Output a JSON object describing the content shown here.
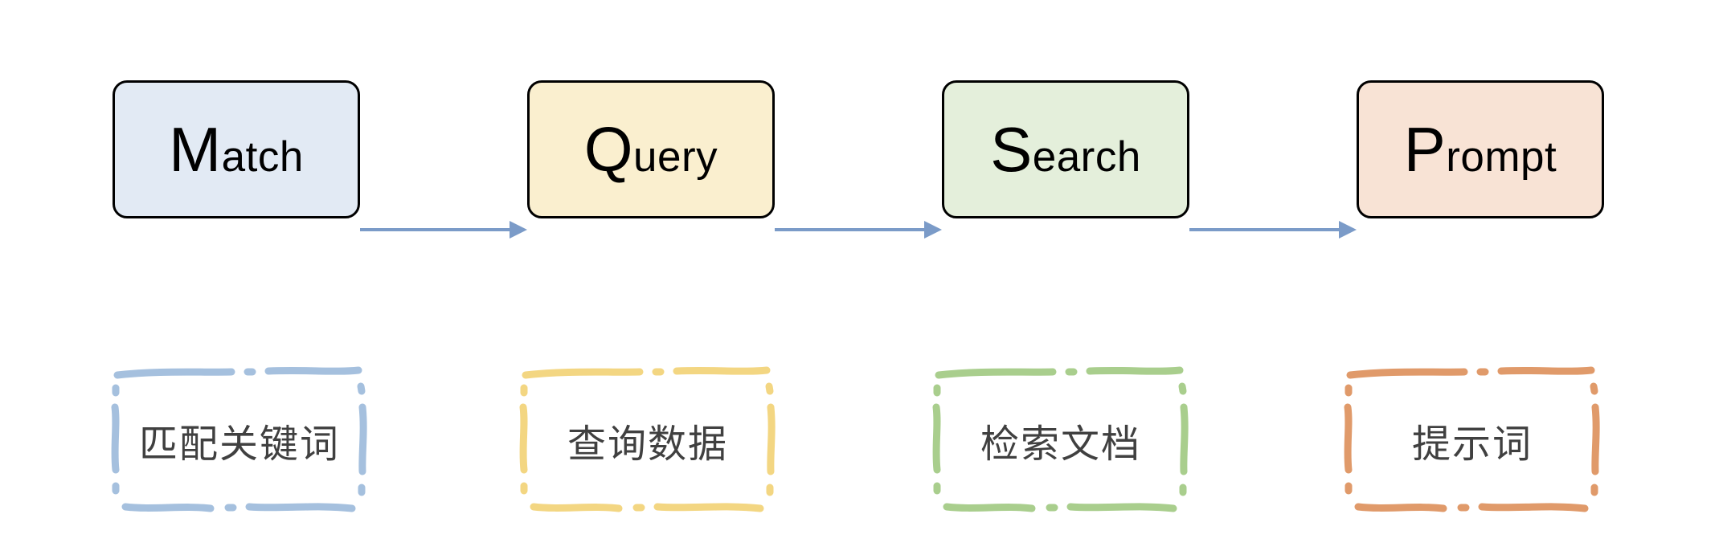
{
  "diagram": {
    "title": "Match Query Search Prompt pipeline",
    "background_color": "#FFFFFF",
    "arrow_color": "#7B9BC8",
    "box_border_color": "#000000",
    "note_text_color": "#404040",
    "stages": [
      {
        "id": "match",
        "initial": "M",
        "rest": "atch",
        "full_label": "Match",
        "fill_color": "#E2EAF4",
        "note": "匹配关键词",
        "note_color": "#A5C0DE"
      },
      {
        "id": "query",
        "initial": "Q",
        "rest": "uery",
        "full_label": "Query",
        "fill_color": "#FAEFCF",
        "note": "查询数据",
        "note_color": "#F3D682"
      },
      {
        "id": "search",
        "initial": "S",
        "rest": "earch",
        "full_label": "Search",
        "fill_color": "#E4EFDB",
        "note": "检索文档",
        "note_color": "#A9CE8D"
      },
      {
        "id": "prompt",
        "initial": "P",
        "rest": "rompt",
        "full_label": "Prompt",
        "fill_color": "#F8E3D5",
        "note": "提示词",
        "note_color": "#E09A6A"
      }
    ],
    "connectors": [
      {
        "id": "match-to-query",
        "from": "Match",
        "to": "Query",
        "style": "solid-arrow"
      },
      {
        "id": "query-to-search",
        "from": "Query",
        "to": "Search",
        "style": "solid-arrow"
      },
      {
        "id": "search-to-prompt",
        "from": "Search",
        "to": "Prompt",
        "style": "solid-arrow"
      }
    ]
  }
}
